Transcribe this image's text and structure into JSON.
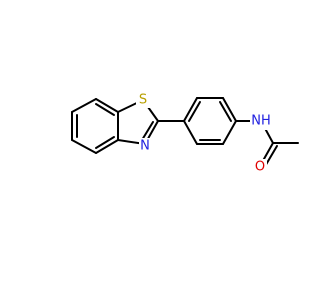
{
  "molecule": {
    "labels": {
      "S": "S",
      "N_thiazole": "N",
      "NH": "NH",
      "N_pyridine": "N",
      "O_carbonyl": "O",
      "N_morpholine": "N",
      "O_morpholine": "O"
    },
    "colors": {
      "bond": "#000000",
      "S": "#b8a000",
      "N": "#2020e0",
      "O": "#e00000"
    }
  }
}
